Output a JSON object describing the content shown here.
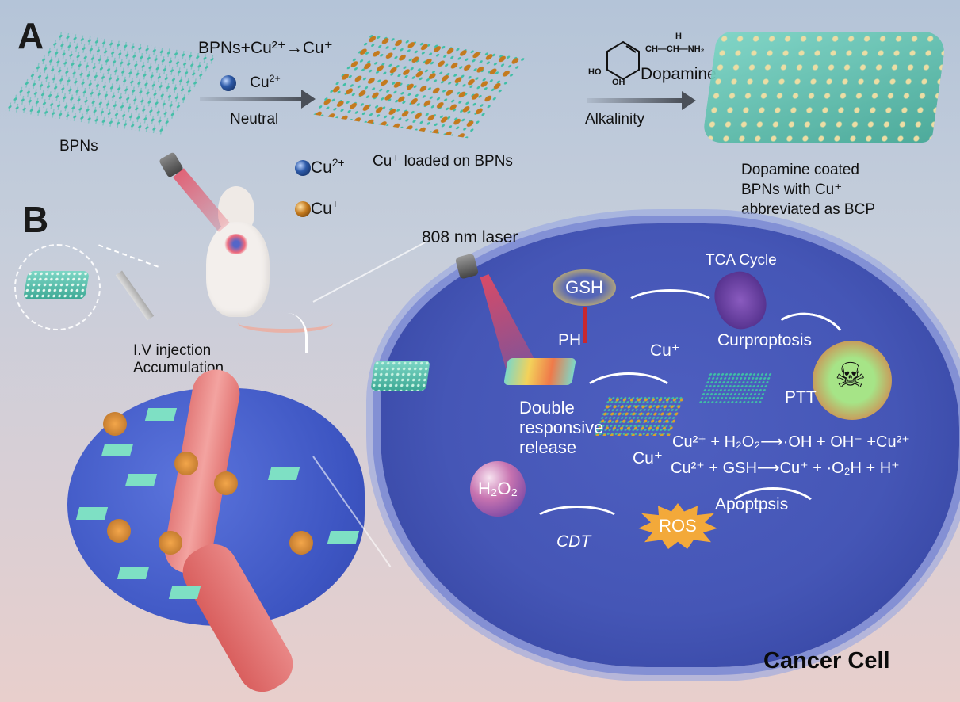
{
  "panel_a": {
    "letter": "A",
    "step1_material": "BPNs",
    "reaction_top": "BPNs+Cu²⁺→Cu⁺",
    "reagent1_label": "Cu",
    "reagent1_charge": "2+",
    "condition1": "Neutral",
    "step2_material": "Cu⁺ loaded on BPNs",
    "dopamine_structure_text": "CH—CH—NH₂",
    "dopamine_h": "H",
    "dopamine_ho": "HO",
    "dopamine_oh": "OH",
    "reagent2_label": "Dopamine",
    "condition2": "Alkalinity",
    "step3_line1": "Dopamine coated",
    "step3_line2": "BPNs with Cu⁺",
    "step3_line3": "abbreviated as BCP"
  },
  "legend": {
    "items": [
      {
        "label": "Cu",
        "charge": "2+",
        "color": "#2d5aa8"
      },
      {
        "label": "Cu",
        "charge": "+",
        "color": "#c47a1e"
      }
    ]
  },
  "panel_b": {
    "letter": "B",
    "injection_line1": "I.V injection",
    "injection_line2": "Accumulation",
    "laser_label": "808 nm laser",
    "gsh_label": "GSH",
    "tca_label": "TCA Cycle",
    "ph_label": "PH",
    "cu_plus_label_1": "Cu⁺",
    "cu_plus_label_2": "Cu⁺",
    "curpro_label": "Curproptosis",
    "release_line1": "Double",
    "release_line2": "responsive",
    "release_line3": "release",
    "ptt_label": "PTT",
    "equation1": "Cu²⁺ + H₂O₂⟶·OH + OH⁻ +Cu²⁺",
    "equation2": "Cu²⁺ + GSH⟶Cu⁺ + ·O₂H + H⁺",
    "h2o2_label": "H₂O₂",
    "cdt_label": "CDT",
    "ros_label": "ROS",
    "apoptosis_label": "Apoptpsis",
    "cell_title": "Cancer Cell"
  },
  "colors": {
    "bpn_teal": "#3fbfa6",
    "cell_blue": "#4556b6",
    "cu_plus_gold": "#c47a1e",
    "cu2_blue": "#2d5aa8",
    "vessel_red": "#e37b7a",
    "laser_red": "#e84a5f",
    "ros_orange": "#f3a93a",
    "death_green": "#9ee07a"
  }
}
